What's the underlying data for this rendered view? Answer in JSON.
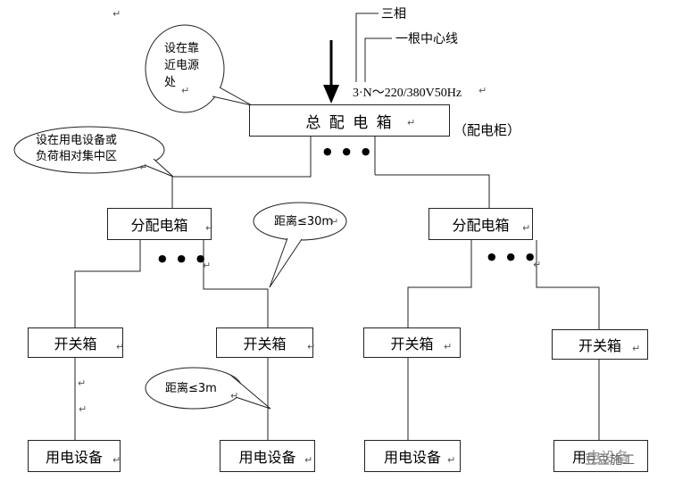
{
  "main_box": {
    "label": "总 配 电 箱",
    "side_label": "（配电柜）"
  },
  "supply_annotation": {
    "phase": "三相",
    "neutral": "一根中心线",
    "voltage": "3·N～220/380V50Hz"
  },
  "bubbles": {
    "near_source": [
      "设在靠",
      "近电源",
      "处"
    ],
    "near_load": [
      "设在用电设备或",
      "负荷相对集中区"
    ],
    "distance_30m": "距离≤30m",
    "distance_3m": "距离≤3m"
  },
  "distribution_boxes": {
    "left": "分配电箱",
    "right": "分配电箱"
  },
  "switch_boxes": [
    "开关箱",
    "开关箱",
    "开关箱",
    "开关箱"
  ],
  "equipment": [
    "用电设备",
    "用电设备",
    "用电设备",
    "用电设备"
  ],
  "ellipsis": "● ● ●",
  "para_mark": "↵",
  "watermark": "豆豆施工"
}
